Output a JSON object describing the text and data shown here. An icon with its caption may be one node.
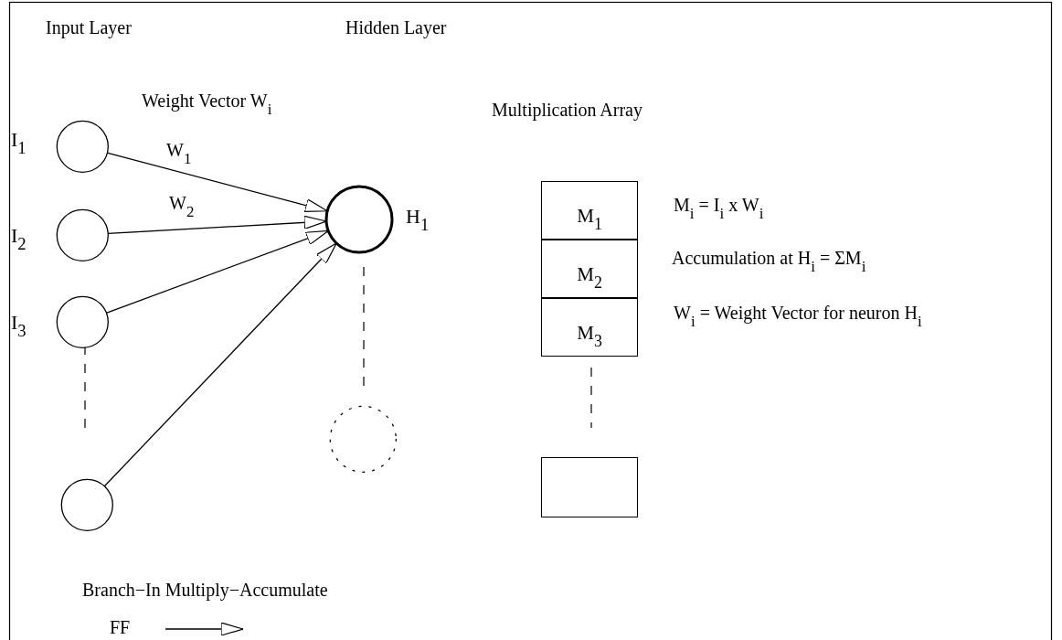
{
  "diagram": {
    "nodes": [
      {
        "text": [],
        "shape": "circle",
        "beside": [
          "I$_{1}$"
        ]
      },
      {
        "text": [],
        "shape": "circle",
        "beside": [
          "I$_{2}$"
        ]
      },
      {
        "text": [],
        "shape": "circle",
        "beside": [
          "I$_{3}$"
        ]
      },
      {
        "text": [],
        "shape": "circle"
      },
      {
        "text": [],
        "shape": "circle",
        "beside": [
          "H$_{1}$"
        ]
      },
      {
        "text": [],
        "shape": "circle"
      },
      {
        "text": [
          "M$_{1}$"
        ]
      },
      {
        "text": [
          "M$_{2}$"
        ]
      },
      {
        "text": [
          "M$_{3}$"
        ]
      },
      {
        "text": [],
        "shape": "box"
      }
    ],
    "edges": [
      {
        "from": 0,
        "to": 4,
        "arrow": "to",
        "label": "W$_{1}$"
      },
      {
        "from": 1,
        "to": 4,
        "arrow": "to",
        "label": "W$_{2}$"
      },
      {
        "from": 2,
        "to": 4,
        "arrow": "to"
      },
      {
        "from": 3,
        "to": 4,
        "arrow": "to"
      }
    ],
    "labels": [
      "Input Layer",
      "Hidden Layer",
      "Weight Vector  W$_{i}$",
      "Multiplication Array",
      "M$_{i}$ =  I$_{i}$  x  W$_{i}$",
      "Accumulation at   H$_{i}$ = ΣM$_{i}$",
      "W$_{i}$ = Weight Vector for neuron H$_{i}$",
      "Branch−In Multiply−Accumulate"
    ],
    "legend": [
      {
        "text": "FF"
      }
    ]
  }
}
